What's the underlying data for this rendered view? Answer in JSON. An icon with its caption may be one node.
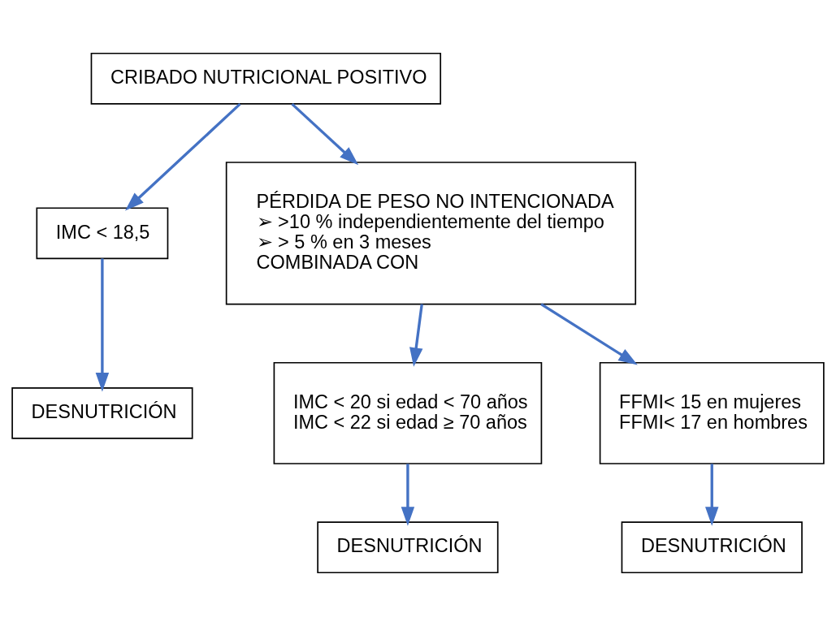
{
  "diagram": {
    "nodes": [
      {
        "text": [
          "CRIBADO NUTRICIONAL POSITIVO"
        ]
      },
      {
        "text": [
          "IMC < 18,5"
        ]
      },
      {
        "text": [
          "PÉRDIDA DE PESO NO INTENCIONADA",
          "➢ >10 % independientemente del tiempo",
          "➢ > 5 % en 3 meses",
          "COMBINADA CON"
        ]
      },
      {
        "text": [
          "IMC < 20 si edad < 70 años",
          "IMC < 22 si edad ≥ 70 años"
        ]
      },
      {
        "text": [
          "FFMI< 15 en mujeres",
          "FFMI< 17 en hombres"
        ]
      },
      {
        "text": [
          "DESNUTRICIÓN"
        ]
      },
      {
        "text": [
          "DESNUTRICIÓN"
        ]
      },
      {
        "text": [
          "DESNUTRICIÓN"
        ]
      }
    ],
    "edges": [
      {
        "from": 0,
        "to": 1,
        "arrow": "to"
      },
      {
        "from": 0,
        "to": 2,
        "arrow": "to"
      },
      {
        "from": 1,
        "to": 5,
        "arrow": "to"
      },
      {
        "from": 2,
        "to": 3,
        "arrow": "to"
      },
      {
        "from": 2,
        "to": 4,
        "arrow": "to"
      },
      {
        "from": 3,
        "to": 6,
        "arrow": "to"
      },
      {
        "from": 4,
        "to": 7,
        "arrow": "to"
      }
    ]
  }
}
